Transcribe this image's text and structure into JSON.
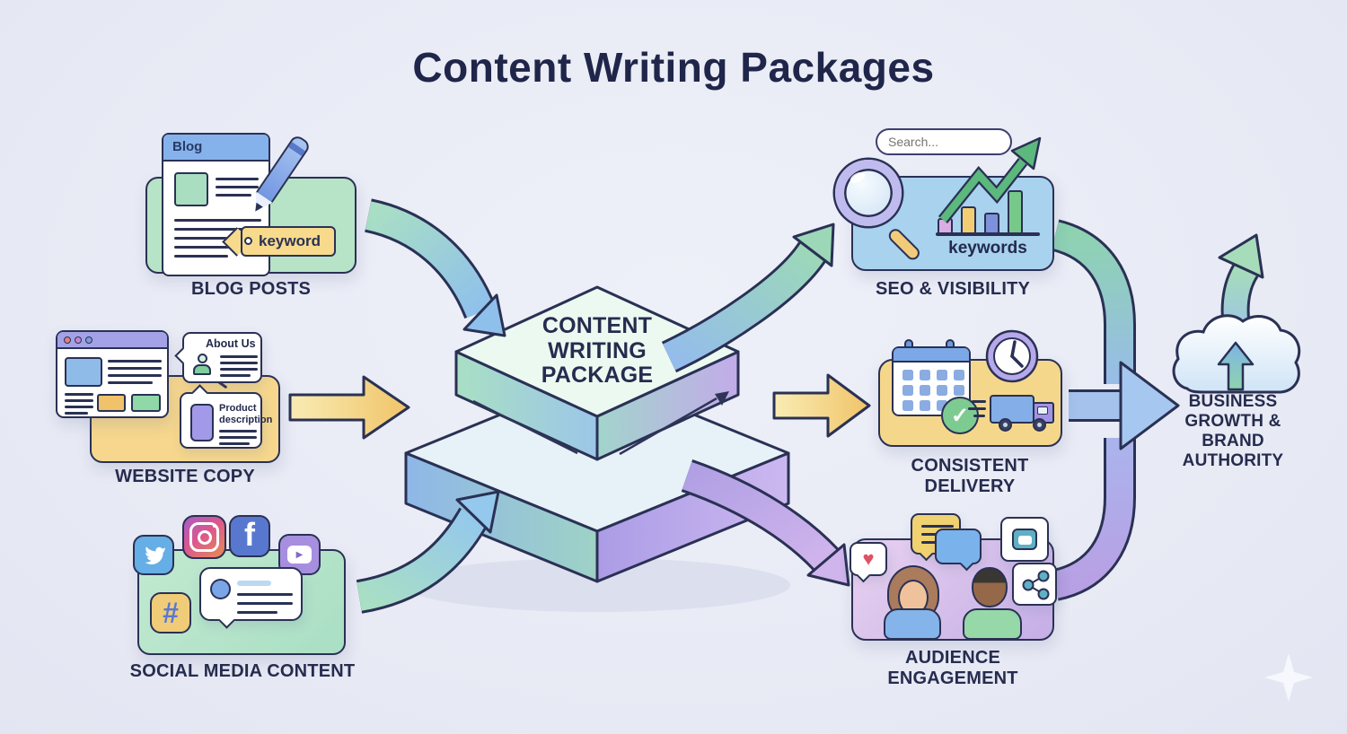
{
  "title": "Content Writing Packages",
  "center": {
    "label": "CONTENT WRITING PACKAGE"
  },
  "blog": {
    "label": "BLOG POSTS",
    "window_title": "Blog",
    "tag": "keyword"
  },
  "website": {
    "label": "WEBSITE COPY",
    "bubble_about": "About Us",
    "bubble_product": "Product description"
  },
  "social": {
    "label": "SOCIAL MEDIA CONTENT"
  },
  "seo": {
    "label": "SEO & VISIBILITY",
    "search_placeholder": "Search...",
    "keywords": "keywords",
    "bars": [
      17,
      30,
      23,
      48
    ]
  },
  "delivery": {
    "label": "CONSISTENT DELIVERY"
  },
  "audience": {
    "label": "AUDIENCE ENGAGEMENT"
  },
  "growth": {
    "label": "BUSINESS GROWTH & BRAND AUTHORITY"
  },
  "icons": {
    "facebook": "f",
    "hashtag": "#",
    "play": "▶",
    "heart": "♥",
    "check": "✓"
  },
  "colors": {
    "background": "#e9ebf5",
    "outline": "#2a3154",
    "title": "#20264a",
    "green_card": "#b7e3c6",
    "yellow_card": "#f6d78d",
    "blue_card": "#a8d2ee",
    "purple_card": "#d9c2ec",
    "arrow_blue": "#8fc0ec",
    "arrow_green": "#a8dcc0",
    "arrow_purple": "#c0a8e8",
    "arrow_yellow": "#f2c878"
  }
}
